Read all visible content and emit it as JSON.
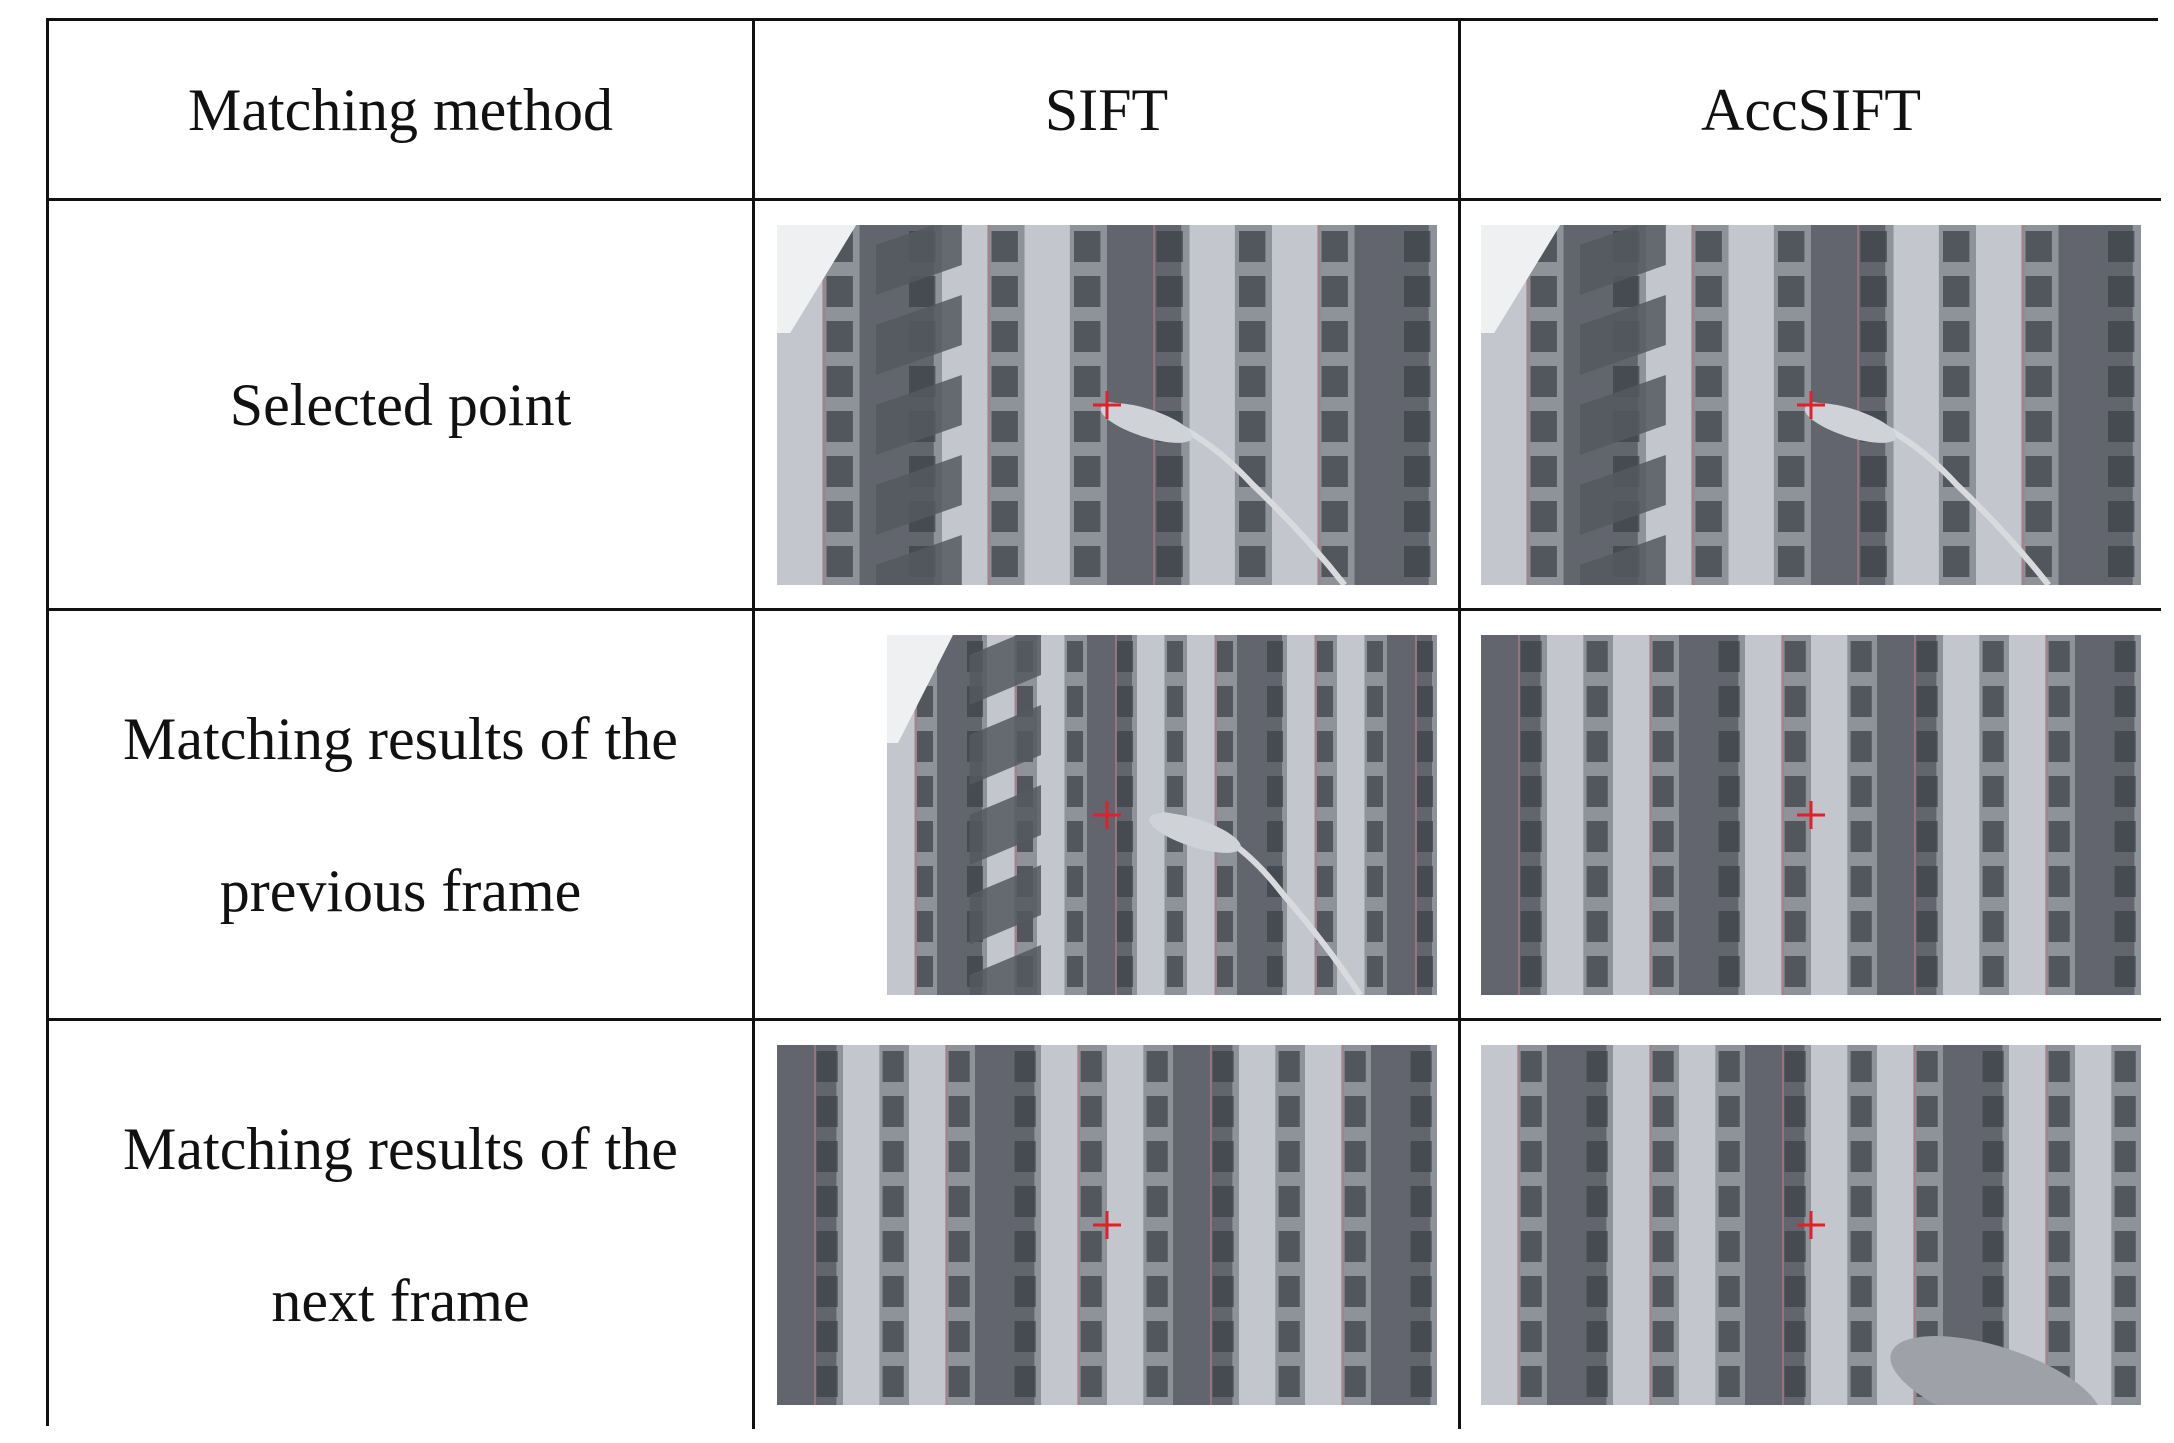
{
  "table": {
    "headers": [
      "Matching method",
      "SIFT",
      "AccSIFT"
    ],
    "rows": [
      {
        "label": "Selected point",
        "images": [
          {
            "icon": "building-photo-selected-point-sift",
            "marker": "red-cross-marker"
          },
          {
            "icon": "building-photo-selected-point-accsift",
            "marker": "red-cross-marker"
          }
        ]
      },
      {
        "label": "Matching results  of the\nprevious frame",
        "images": [
          {
            "icon": "building-photo-previous-frame-sift",
            "marker": "red-cross-marker"
          },
          {
            "icon": "building-photo-previous-frame-accsift",
            "marker": "red-cross-marker"
          }
        ]
      },
      {
        "label": "Matching results  of the\nnext frame",
        "images": [
          {
            "icon": "building-photo-next-frame-sift",
            "marker": "red-cross-marker"
          },
          {
            "icon": "building-photo-next-frame-accsift",
            "marker": "red-cross-marker"
          }
        ]
      }
    ]
  },
  "colors": {
    "border": "#111111",
    "marker": "#e0202a",
    "facade_light": "#c9ccd2",
    "facade_dark": "#5d6168",
    "window": "#3e4349"
  }
}
